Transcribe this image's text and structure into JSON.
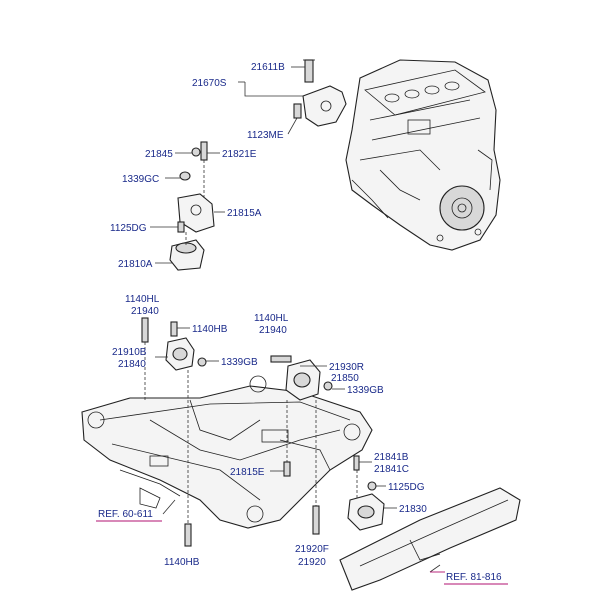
{
  "labels": {
    "p21611B": "21611B",
    "p21670S": "21670S",
    "p1123ME": "1123ME",
    "p21845": "21845",
    "p21821E": "21821E",
    "p1339GC": "1339GC",
    "p21815A": "21815A",
    "p1125DG_top": "1125DG",
    "p21810A": "21810A",
    "p1140HL_left": "1140HL",
    "p21940_left": "21940",
    "p1140HB_left": "1140HB",
    "p1140HL_right": "1140HL",
    "p21940_right": "21940",
    "p21910B": "21910B",
    "p21840": "21840",
    "p1339GB_left": "1339GB",
    "p21930R": "21930R",
    "p21850": "21850",
    "p1339GB_right": "1339GB",
    "p21841B": "21841B",
    "p21841C": "21841C",
    "p1125DG_bottom": "1125DG",
    "p21815E": "21815E",
    "p21830": "21830",
    "ref_60_611": "REF. 60-611",
    "ref_81_816": "REF. 81-816",
    "p1140HB_bottom": "1140HB",
    "p21920F": "21920F",
    "p21920": "21920"
  },
  "colors": {
    "label": "#1a2a8a",
    "ref_underline": "#b01070",
    "line": "#222222"
  }
}
